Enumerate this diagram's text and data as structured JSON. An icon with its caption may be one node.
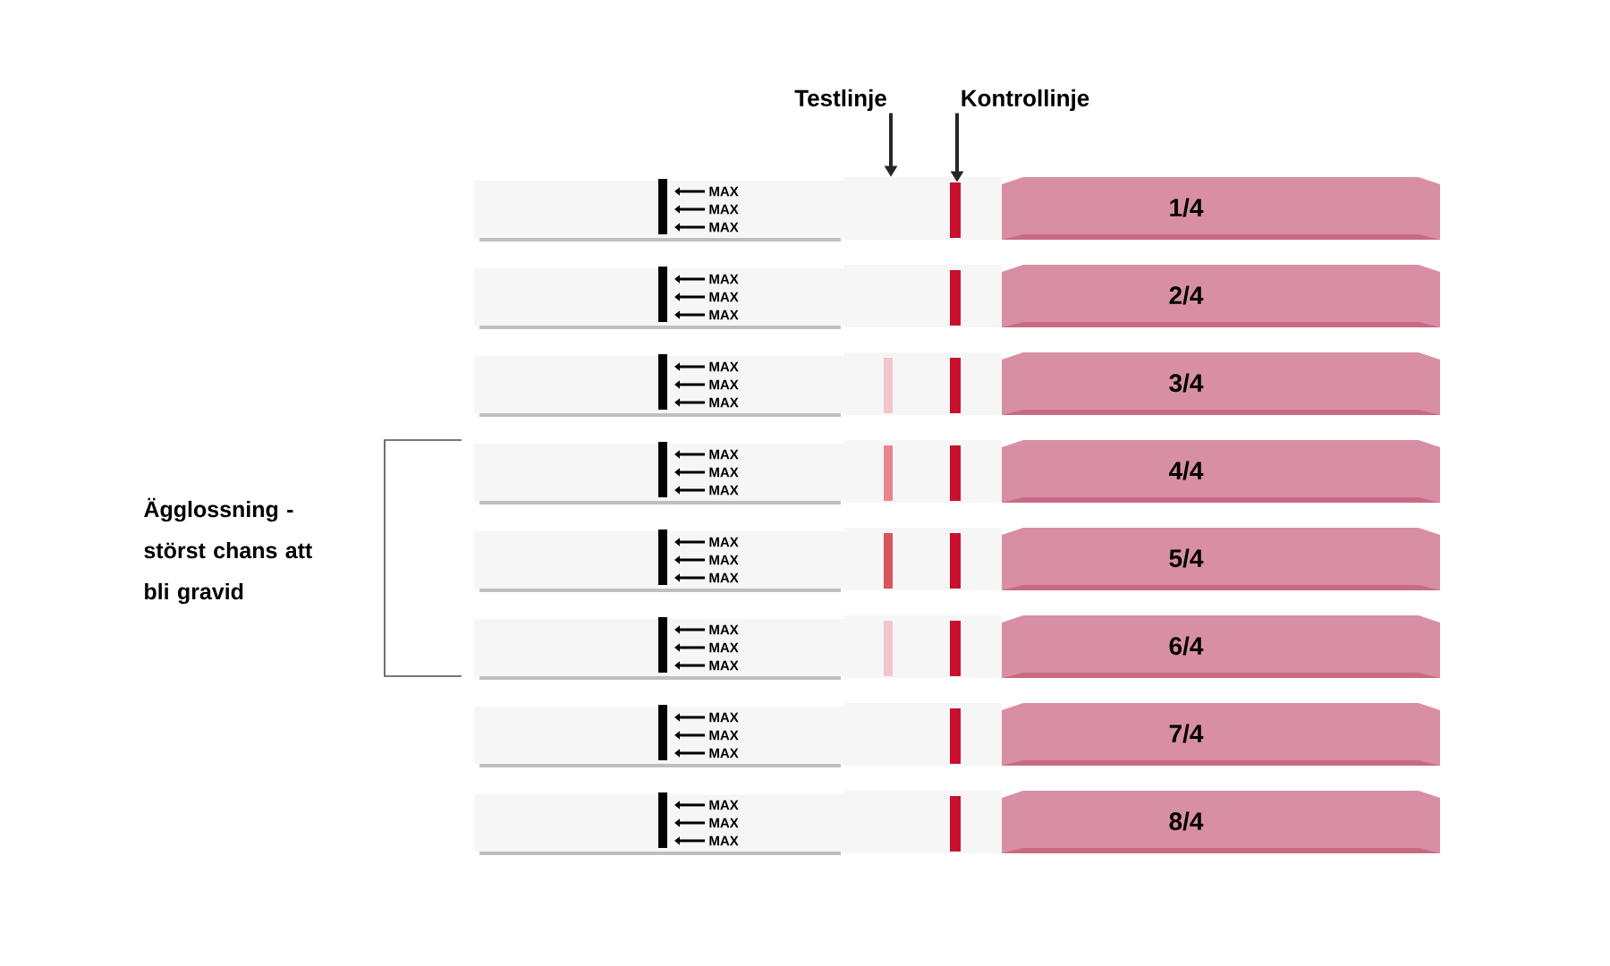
{
  "diagram": {
    "nodes": [
      {
        "text": [
          "Testlinje"
        ]
      },
      {
        "text": [
          "Kontrollinje"
        ]
      },
      {
        "text": [
          "1/4"
        ]
      },
      {
        "text": [
          "2/4"
        ]
      },
      {
        "text": [
          "3/4"
        ]
      },
      {
        "text": [
          "4/4"
        ]
      },
      {
        "text": [
          "5/4"
        ]
      },
      {
        "text": [
          "6/4"
        ]
      },
      {
        "text": [
          "7/4"
        ]
      },
      {
        "text": [
          "8/4"
        ]
      },
      {
        "text": [],
        "shape": "box"
      },
      {
        "text": [],
        "shape": "bar",
        "in": 10
      }
    ],
    "edges": [
      {
        "from": 0,
        "to": 10,
        "arrow": "to"
      },
      {
        "from": 1,
        "to": 11,
        "arrow": "to"
      }
    ],
    "labels": [
      "Ägglossning - störst chans att bli gravid",
      "MAX",
      "MAX",
      "MAX",
      "MAX",
      "MAX",
      "MAX",
      "MAX",
      "MAX",
      "MAX",
      "MAX",
      "MAX",
      "MAX",
      "MAX",
      "MAX",
      "MAX",
      "MAX",
      "MAX",
      "MAX",
      "MAX",
      "MAX",
      "MAX",
      "MAX",
      "MAX",
      "MAX"
    ]
  }
}
